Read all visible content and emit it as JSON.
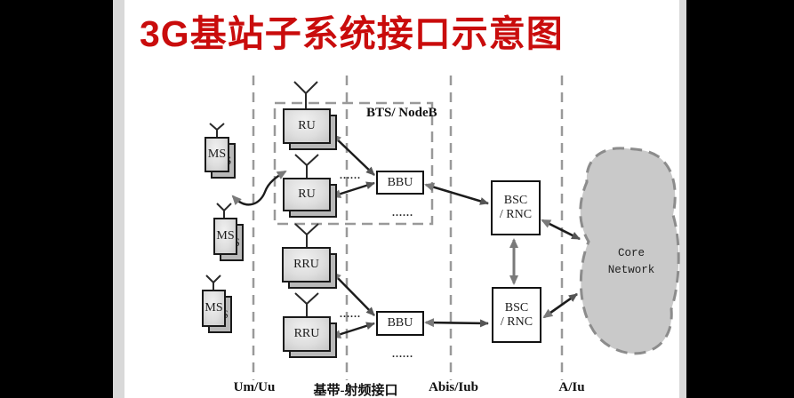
{
  "title": "3G基站子系统接口示意图",
  "diagram": {
    "bts_label": "BTS/ NodeB",
    "core": {
      "line1": "Core",
      "line2": "Network"
    },
    "labels": {
      "ms": "MS",
      "ru": "RU",
      "rru": "RRU",
      "bbu": "BBU",
      "bsc_line1": "BSC",
      "bsc_line2": "/ RNC"
    },
    "ellipsis": "......",
    "interfaces": {
      "um_uu": "Um/Uu",
      "baseband_rf": "基带-射频接口",
      "abis_iub": "Abis/Iub",
      "a_iu": "A/Iu"
    },
    "colors": {
      "title_red": "#c90c0c",
      "blob_fill": "#c9c9c9",
      "dashed_gray": "#999999",
      "letterbox_black": "#000000"
    }
  }
}
